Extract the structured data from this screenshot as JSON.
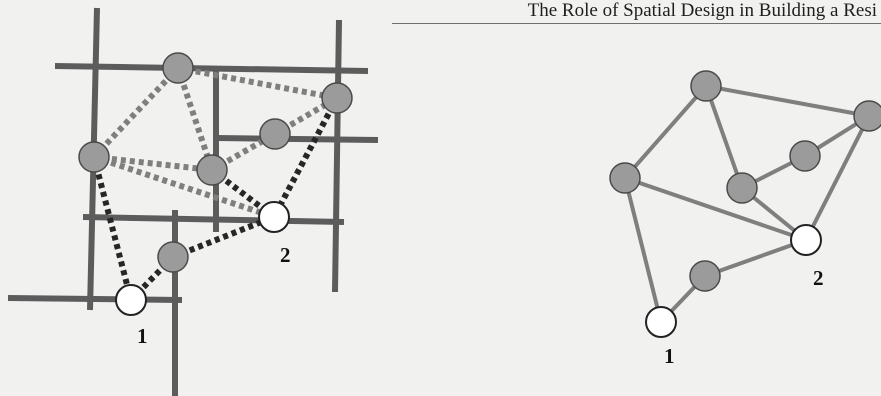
{
  "header": {
    "title": "The Role of Spatial Design in Building a Resi"
  },
  "colors": {
    "background": "#f1f1ef",
    "street": "#5c5c5c",
    "link_grey": "#7f7f7f",
    "link_dark": "#262626",
    "node_fill": "#9b9b9b",
    "node_stroke": "#4a4a4a",
    "open_node_fill": "#ffffff",
    "text": "#111111"
  },
  "left_diagram": {
    "node_labels": {
      "n1": "1",
      "n2": "2"
    }
  },
  "right_diagram": {
    "node_labels": {
      "n1": "1",
      "n2": "2"
    }
  }
}
